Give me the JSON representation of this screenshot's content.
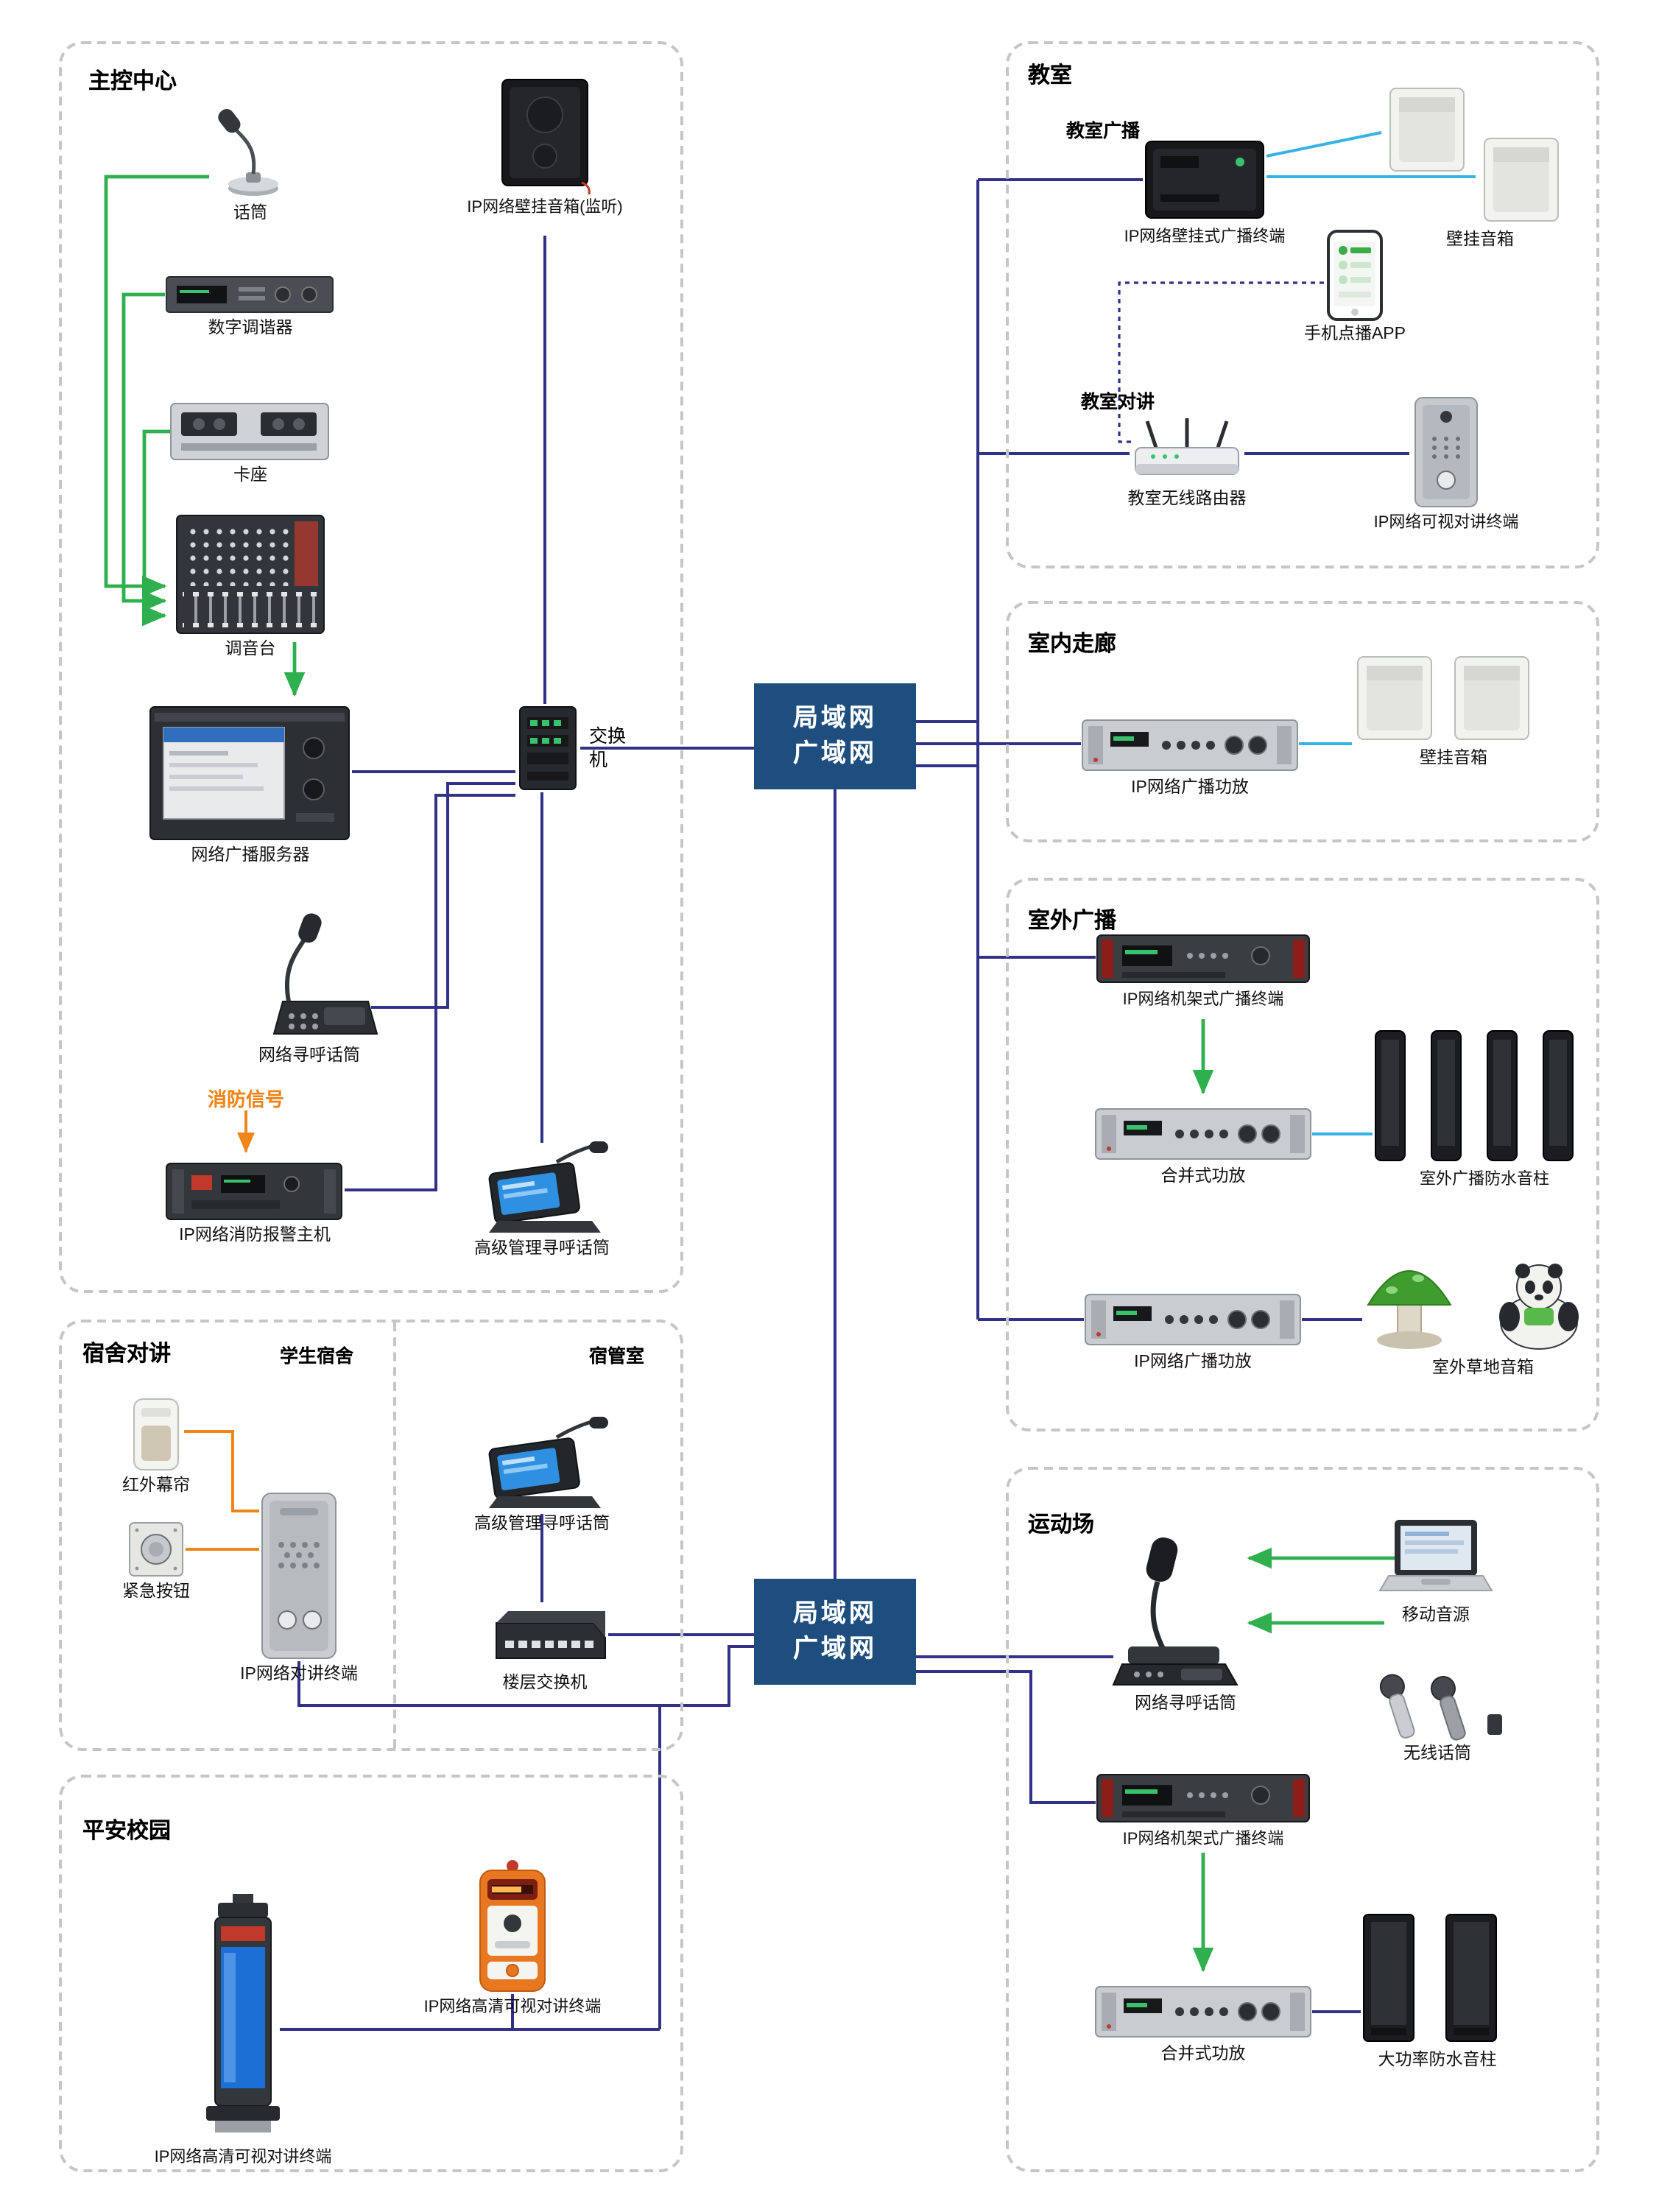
{
  "sections": {
    "main_control": {
      "title": "主控中心"
    },
    "classroom": {
      "title": "教室",
      "broadcast": "教室广播",
      "intercom": "教室对讲"
    },
    "corridor": {
      "title": "室内走廊"
    },
    "outdoor": {
      "title": "室外广播"
    },
    "dorm": {
      "title": "宿舍对讲",
      "student": "学生宿舍",
      "office": "宿管室"
    },
    "safe_campus": {
      "title": "平安校园"
    },
    "sports": {
      "title": "运动场"
    }
  },
  "hub": {
    "line1": "局域网",
    "line2": "广域网"
  },
  "nodes": {
    "mic": "话筒",
    "monitor_speaker": "IP网络壁挂音箱(监听)",
    "tuner": "数字调谐器",
    "deck": "卡座",
    "mixer": "调音台",
    "server": "网络广播服务器",
    "switch_l1": "交换",
    "switch_l2": "机",
    "paging_mic": "网络寻呼话筒",
    "fire_signal": "消防信号",
    "fire_host": "IP网络消防报警主机",
    "adv_paging_mic": "高级管理寻呼话筒",
    "classroom_terminal": "IP网络壁挂式广播终端",
    "classroom_speakers": "壁挂音箱",
    "phone_app": "手机点播APP",
    "classroom_router": "教室无线路由器",
    "video_intercom": "IP网络可视对讲终端",
    "corridor_amp": "IP网络广播功放",
    "corridor_speakers": "壁挂音箱",
    "outdoor_terminal": "IP网络机架式广播终端",
    "outdoor_amp1": "合并式功放",
    "outdoor_columns": "室外广播防水音柱",
    "outdoor_amp2": "IP网络广播功放",
    "lawn_speakers": "室外草地音箱",
    "pir_sensor": "红外幕帘",
    "emergency_button": "紧急按钮",
    "dorm_intercom": "IP网络对讲终端",
    "dorm_paging_mic": "高级管理寻呼话筒",
    "floor_switch": "楼层交换机",
    "tower_terminal": "IP网络高清可视对讲终端",
    "wall_terminal": "IP网络高清可视对讲终端",
    "sports_paging_mic": "网络寻呼话筒",
    "mobile_source": "移动音源",
    "wireless_mic": "无线话筒",
    "sports_terminal": "IP网络机架式广播终端",
    "sports_amp": "合并式功放",
    "power_columns": "大功率防水音柱"
  },
  "colors": {
    "hub_bg": "#1e4e7e",
    "line_network": "#323188",
    "line_audio": "#2faf4e",
    "line_alarm": "#f08519",
    "line_speaker": "#36b3e4"
  }
}
